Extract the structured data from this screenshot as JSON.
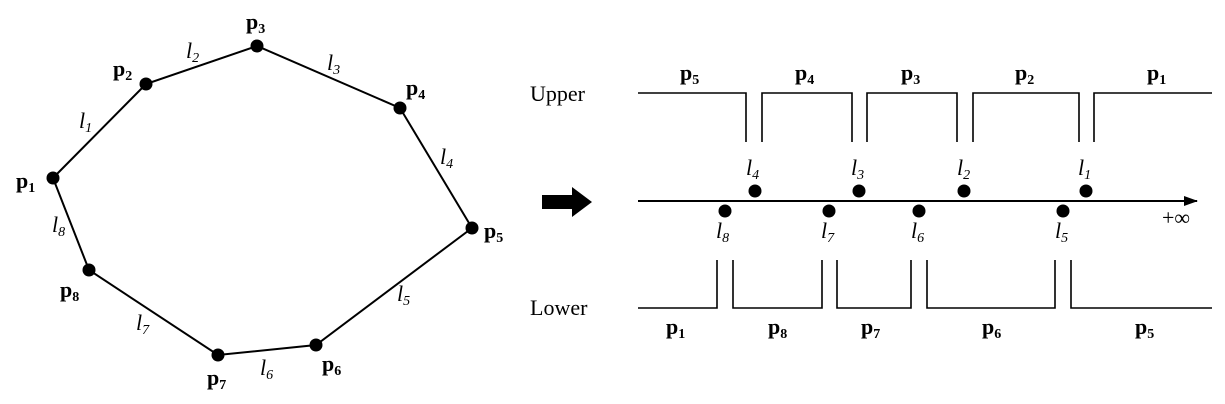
{
  "polygon": {
    "vertices": [
      {
        "base": "p",
        "sub": "1"
      },
      {
        "base": "p",
        "sub": "2"
      },
      {
        "base": "p",
        "sub": "3"
      },
      {
        "base": "p",
        "sub": "4"
      },
      {
        "base": "p",
        "sub": "5"
      },
      {
        "base": "p",
        "sub": "6"
      },
      {
        "base": "p",
        "sub": "7"
      },
      {
        "base": "p",
        "sub": "8"
      }
    ],
    "edges": [
      {
        "base": "l",
        "sub": "1"
      },
      {
        "base": "l",
        "sub": "2"
      },
      {
        "base": "l",
        "sub": "3"
      },
      {
        "base": "l",
        "sub": "4"
      },
      {
        "base": "l",
        "sub": "5"
      },
      {
        "base": "l",
        "sub": "6"
      },
      {
        "base": "l",
        "sub": "7"
      },
      {
        "base": "l",
        "sub": "8"
      }
    ]
  },
  "axis": {
    "upper_label": "Upper",
    "lower_label": "Lower",
    "infinity_label": "+∞",
    "upper_points": [
      {
        "base": "l",
        "sub": "4"
      },
      {
        "base": "l",
        "sub": "3"
      },
      {
        "base": "l",
        "sub": "2"
      },
      {
        "base": "l",
        "sub": "1"
      }
    ],
    "lower_points": [
      {
        "base": "l",
        "sub": "8"
      },
      {
        "base": "l",
        "sub": "7"
      },
      {
        "base": "l",
        "sub": "6"
      },
      {
        "base": "l",
        "sub": "5"
      }
    ],
    "upper_segments": [
      {
        "base": "p",
        "sub": "5"
      },
      {
        "base": "p",
        "sub": "4"
      },
      {
        "base": "p",
        "sub": "3"
      },
      {
        "base": "p",
        "sub": "2"
      },
      {
        "base": "p",
        "sub": "1"
      }
    ],
    "lower_segments": [
      {
        "base": "p",
        "sub": "1"
      },
      {
        "base": "p",
        "sub": "8"
      },
      {
        "base": "p",
        "sub": "7"
      },
      {
        "base": "p",
        "sub": "6"
      },
      {
        "base": "p",
        "sub": "5"
      }
    ]
  }
}
